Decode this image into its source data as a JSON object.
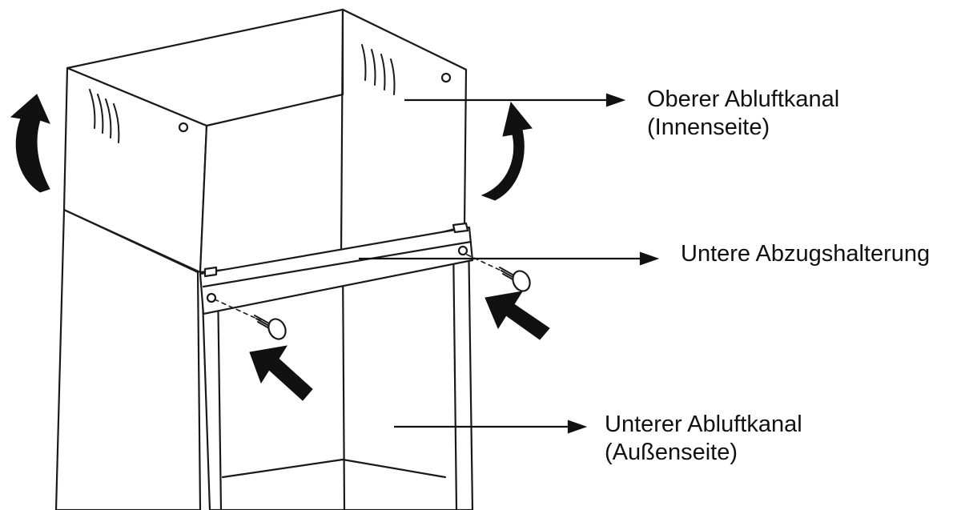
{
  "diagram": {
    "labels": {
      "upper_duct": {
        "line1": "Oberer Abluftkanal",
        "line2": "(Innenseite)"
      },
      "bracket": {
        "line1": "Untere Abzugshalterung"
      },
      "lower_duct": {
        "line1": "Unterer Abluftkanal",
        "line2": "(Außenseite)"
      }
    },
    "colors": {
      "stroke": "#1a1a1a",
      "fill": "#ffffff",
      "arrow": "#111111",
      "text": "#111111"
    }
  }
}
